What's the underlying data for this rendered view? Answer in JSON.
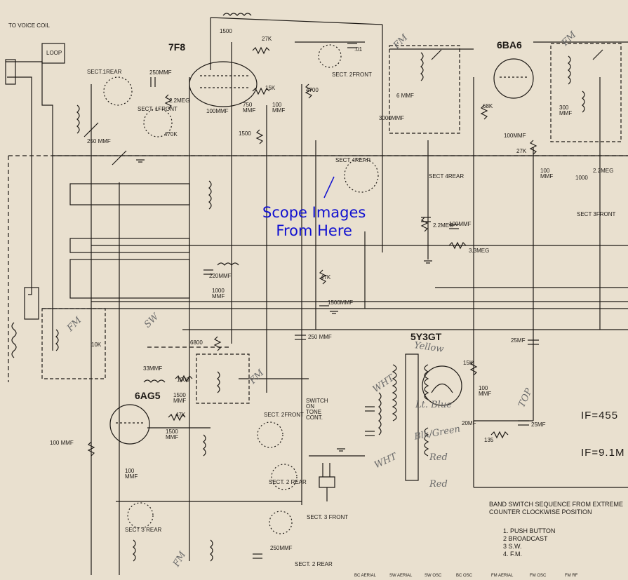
{
  "colors": {
    "paper": "#e9e0cf",
    "ink": "#1e1a16",
    "callout": "#1010d0",
    "pencil": "#6a6a6a"
  },
  "labels": {
    "voice_coil": "TO VOICE COIL",
    "loop": "LOOP",
    "tube_7f8": "7F8",
    "tube_6ba6": "6BA6",
    "tube_6ag5": "6AG5",
    "tube_5y3gt": "5Y3GT",
    "sect1_rear": "SECT.1REAR",
    "sect1_front": "SECT. 1FRONT",
    "sect2_front": "SECT. 2FRONT",
    "sect4_rear": "SECT 4REAR",
    "sect4_rear_b": "SECT 4REAR",
    "sect3_front": "SECT 3FRONT",
    "sect2_front_b": "SECT. 2FRONT",
    "sect2_rear": "SECT. 2 REAR",
    "sect3_rear": "SECT 3 REAR",
    "sect3_front_b": "SECT. 3 FRONT",
    "sect2_rear_b": "SECT. 2 REAR",
    "switch": "SWITCH ON TONE CONT.",
    "c250mmf": "250MMF",
    "c1500": "1500",
    "r27k": "27K",
    "r15k": "15K",
    "r2_2meg": "2.2MEG",
    "r470k": "470K",
    "c250mmf_b": "250 MMF",
    "c100mmf": "100MMF",
    "c750": "750 MMF",
    "c100": "100 MMF",
    "r1500": "1500",
    "r4700": "4700",
    "c01": ".01",
    "c6mmf": "6 MMF",
    "c3000mmf": "3000MMF",
    "r68k": "68K",
    "c100mmf_b": "100MMF",
    "r27k_b": "27K",
    "c100_b": "100 MMF",
    "c300": "300 MMF",
    "r1000": "1000",
    "r2_2meg_b": "2.2MEG",
    "r2_2meg_c": "2.2MEG",
    "c100mmf_c": "100MMF",
    "r3_3meg": "3.3MEG",
    "r47k": "47K",
    "c1500mmf": "1500MMF",
    "c220mmf": "220MMF",
    "c1000": "1000 MMF",
    "r6800": "6800",
    "c250mmf_c": "250 MMF",
    "c33mmf": "33MMF",
    "r1000_b": "1000",
    "c1500_b": "1500 MMF",
    "r47k_b": "47K",
    "c1500_c": "1500 MMF",
    "c100mmf_d": "100 MMF",
    "c100_c": "100 MMF",
    "c25mf": "25MF",
    "r15k_b": "15K",
    "c100mmf_e": "100 MMF",
    "c20mf": "20MF",
    "r135": "135",
    "c25mf_b": "25MF",
    "c250mmf_d": "250MMF",
    "r10k": "10K",
    "fm": "FM",
    "sw": "SW"
  },
  "callout": {
    "line1": "Scope Images",
    "line2": "From Here"
  },
  "pencil": {
    "yellow": "Yellow",
    "lt_blue": "Lt. Blue",
    "blk_green": "Blk/Green",
    "red": "Red",
    "red_b": "Red",
    "wht": "WHT",
    "wht_b": "WHT",
    "top": "TOP"
  },
  "if_labels": {
    "if1": "IF=455",
    "if2": "IF=9.1M"
  },
  "legend": {
    "title": "BAND SWITCH SEQUENCE FROM EXTREME COUNTER CLOCKWISE POSITION",
    "items": [
      "1. PUSH BUTTON",
      "2 BROADCAST",
      "3 S.W.",
      "4. F.M."
    ]
  },
  "footer": [
    "BC AERIAL",
    "SW AERIAL",
    "SW OSC",
    "BC OSC",
    "FM AERIAL",
    "FM OSC",
    "FM RF"
  ]
}
